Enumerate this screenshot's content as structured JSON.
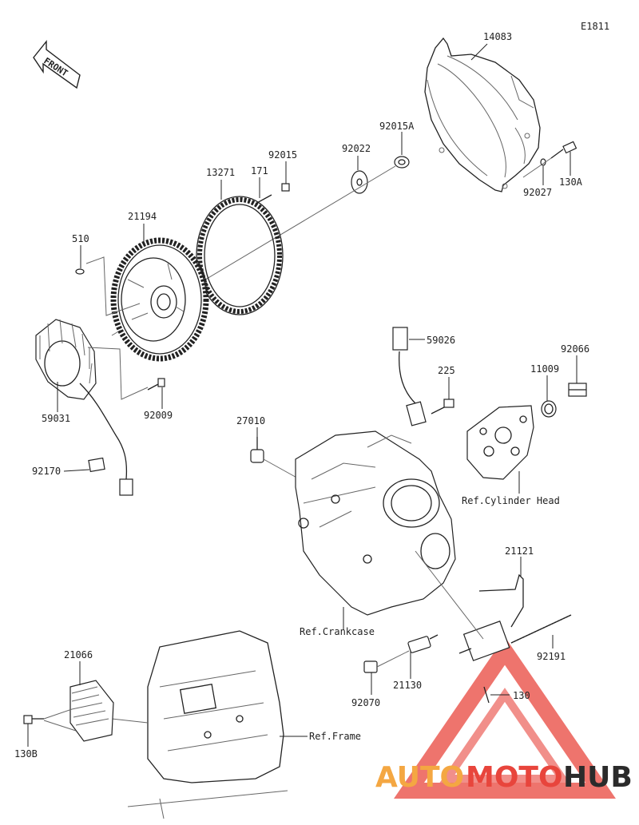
{
  "diagram_code": "E1811",
  "front_label": "FRONT",
  "watermark": {
    "text_a": "AUTO",
    "text_b": "MOTO",
    "text_c": "HUB",
    "color_orange": "#f4a742",
    "color_red": "#e8453c",
    "color_dark": "#2b2b2b"
  },
  "parts": {
    "p14083": "14083",
    "p92015A": "92015A",
    "p92022": "92022",
    "p92015": "92015",
    "p171": "171",
    "p13271": "13271",
    "p21194": "21194",
    "p510": "510",
    "p130A": "130A",
    "p92027": "92027",
    "p59026": "59026",
    "p225": "225",
    "p11009": "11009",
    "p92066": "92066",
    "p59031": "59031",
    "p92009": "92009",
    "p27010": "27010",
    "p92170": "92170",
    "p21121": "21121",
    "p92191": "92191",
    "p21130": "21130",
    "p130": "130",
    "p92070": "92070",
    "p21066": "21066",
    "p130B": "130B"
  },
  "refs": {
    "cylinder_head": "Ref.Cylinder Head",
    "crankcase": "Ref.Crankcase",
    "frame": "Ref.Frame"
  }
}
